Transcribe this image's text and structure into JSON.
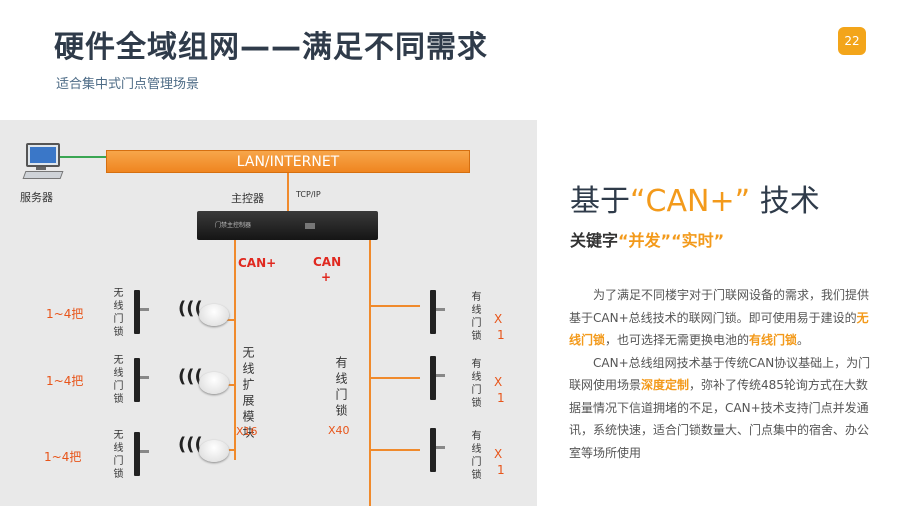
{
  "header": {
    "title": "硬件全域组网——满足不同需求",
    "subtitle": "适合集中式门点管理场景",
    "page_number": "22"
  },
  "diagram": {
    "lan_label": "LAN/INTERNET",
    "server_label": "服务器",
    "controller_label": "主控器",
    "controller_device_text": "门禁主控制器",
    "tcpip_label": "TCP/IP",
    "can_left_label": "CAN+",
    "can_right_label": "CAN",
    "can_right_plus": "+",
    "wireless_rows": [
      {
        "range": "1~4把",
        "lock_label": "无线门锁"
      },
      {
        "range": "1~4把",
        "lock_label": "无线门锁"
      },
      {
        "range": "1~4把",
        "lock_label": "无线门锁"
      }
    ],
    "module_label": "无线扩展模块",
    "module_count": "X16",
    "wired_center_label": "有线门锁",
    "wired_center_count": "X40",
    "wired_rows": [
      {
        "lock_label": "有线门锁",
        "count_x": "X",
        "count_n": "1"
      },
      {
        "lock_label": "有线门锁",
        "count_x": "X",
        "count_n": "1"
      },
      {
        "lock_label": "有线门锁",
        "count_x": "X",
        "count_n": "1"
      }
    ]
  },
  "info": {
    "title_prefix": "基于",
    "title_open_quote": "“",
    "title_highlight": "CAN+",
    "title_close_quote": "”",
    "title_suffix": " 技术",
    "keyword_prefix": "关键字",
    "kw1_open": "“",
    "kw1": "并发",
    "kw1_close": "”",
    "kw2_open": "“",
    "kw2": "实时",
    "kw2_close": "”",
    "para1_a": "为了满足不同楼宇对于门联网设备的需求，我们提供基于CAN+总线技术的联网门锁。即可使用易于建设的",
    "para1_hl1": "无线门锁",
    "para1_b": "，也可选择无需更换电池的",
    "para1_hl2": "有线门锁",
    "para1_c": "。",
    "para2_a": "CAN+总线组网技术基于传统CAN协议基础上，为门联网使用场景",
    "para2_hl": "深度定制",
    "para2_b": "，弥补了传统485轮询方式在大数据量情况下信道拥堵的不足，CAN+技术支持门点并发通讯，系统快速，适合门锁数量大、门点集中的宿舍、办公室等场所使用"
  },
  "colors": {
    "accent": "#f39a1b",
    "line_orange": "#f08a2c",
    "line_green": "#3aa653",
    "can_red": "#e0281f",
    "title": "#2f3b4a",
    "diagram_bg": "#e9e9e9"
  }
}
